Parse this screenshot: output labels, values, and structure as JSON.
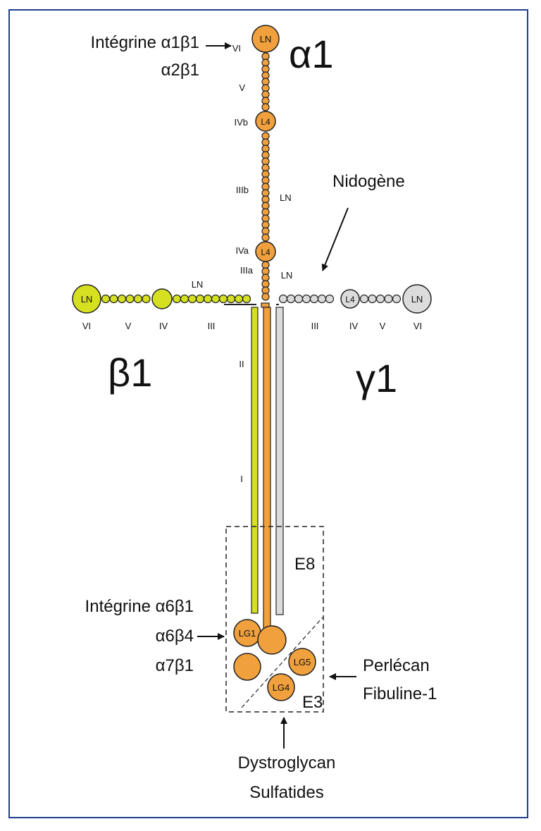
{
  "colors": {
    "alpha": "#f0a03c",
    "beta": "#d6e020",
    "gamma": "#dcdcdc",
    "frame": "#1e3f8a",
    "stroke": "#222222"
  },
  "chains": {
    "alpha": {
      "name": "α1",
      "domains": [
        "VI",
        "V",
        "IVb",
        "IIIb",
        "IVa",
        "IIIa"
      ],
      "ln_label": "LN",
      "ln_circle": "LN",
      "l4_top": "L4",
      "l4_bottom": "L4"
    },
    "beta": {
      "name": "β1",
      "domains": [
        "VI",
        "V",
        "IV",
        "III",
        "II",
        "I"
      ],
      "ln_label": "LN",
      "ln_circle": "LN"
    },
    "gamma": {
      "name": "γ1",
      "domains": [
        "III",
        "IV",
        "V",
        "VI"
      ],
      "ln_label": "LN",
      "ln_circle": "LN",
      "l4": "L4"
    }
  },
  "globular": {
    "lg1": "LG1",
    "lg5": "LG5",
    "lg4": "LG4"
  },
  "fragments": {
    "e8": "E8",
    "e3": "E3"
  },
  "binding": {
    "integrin_top_line1": "Intégrine α1β1",
    "integrin_top_line2": "α2β1",
    "nidogen": "Nidogène",
    "integrin_bottom_line1": "Intégrine α6β1",
    "integrin_bottom_line2": "α6β4",
    "integrin_bottom_line3": "α7β1",
    "perlecan": "Perlécan",
    "fibulin": "Fibuline-1",
    "dystroglycan": "Dystroglycan",
    "sulfatides": "Sulfatides"
  }
}
